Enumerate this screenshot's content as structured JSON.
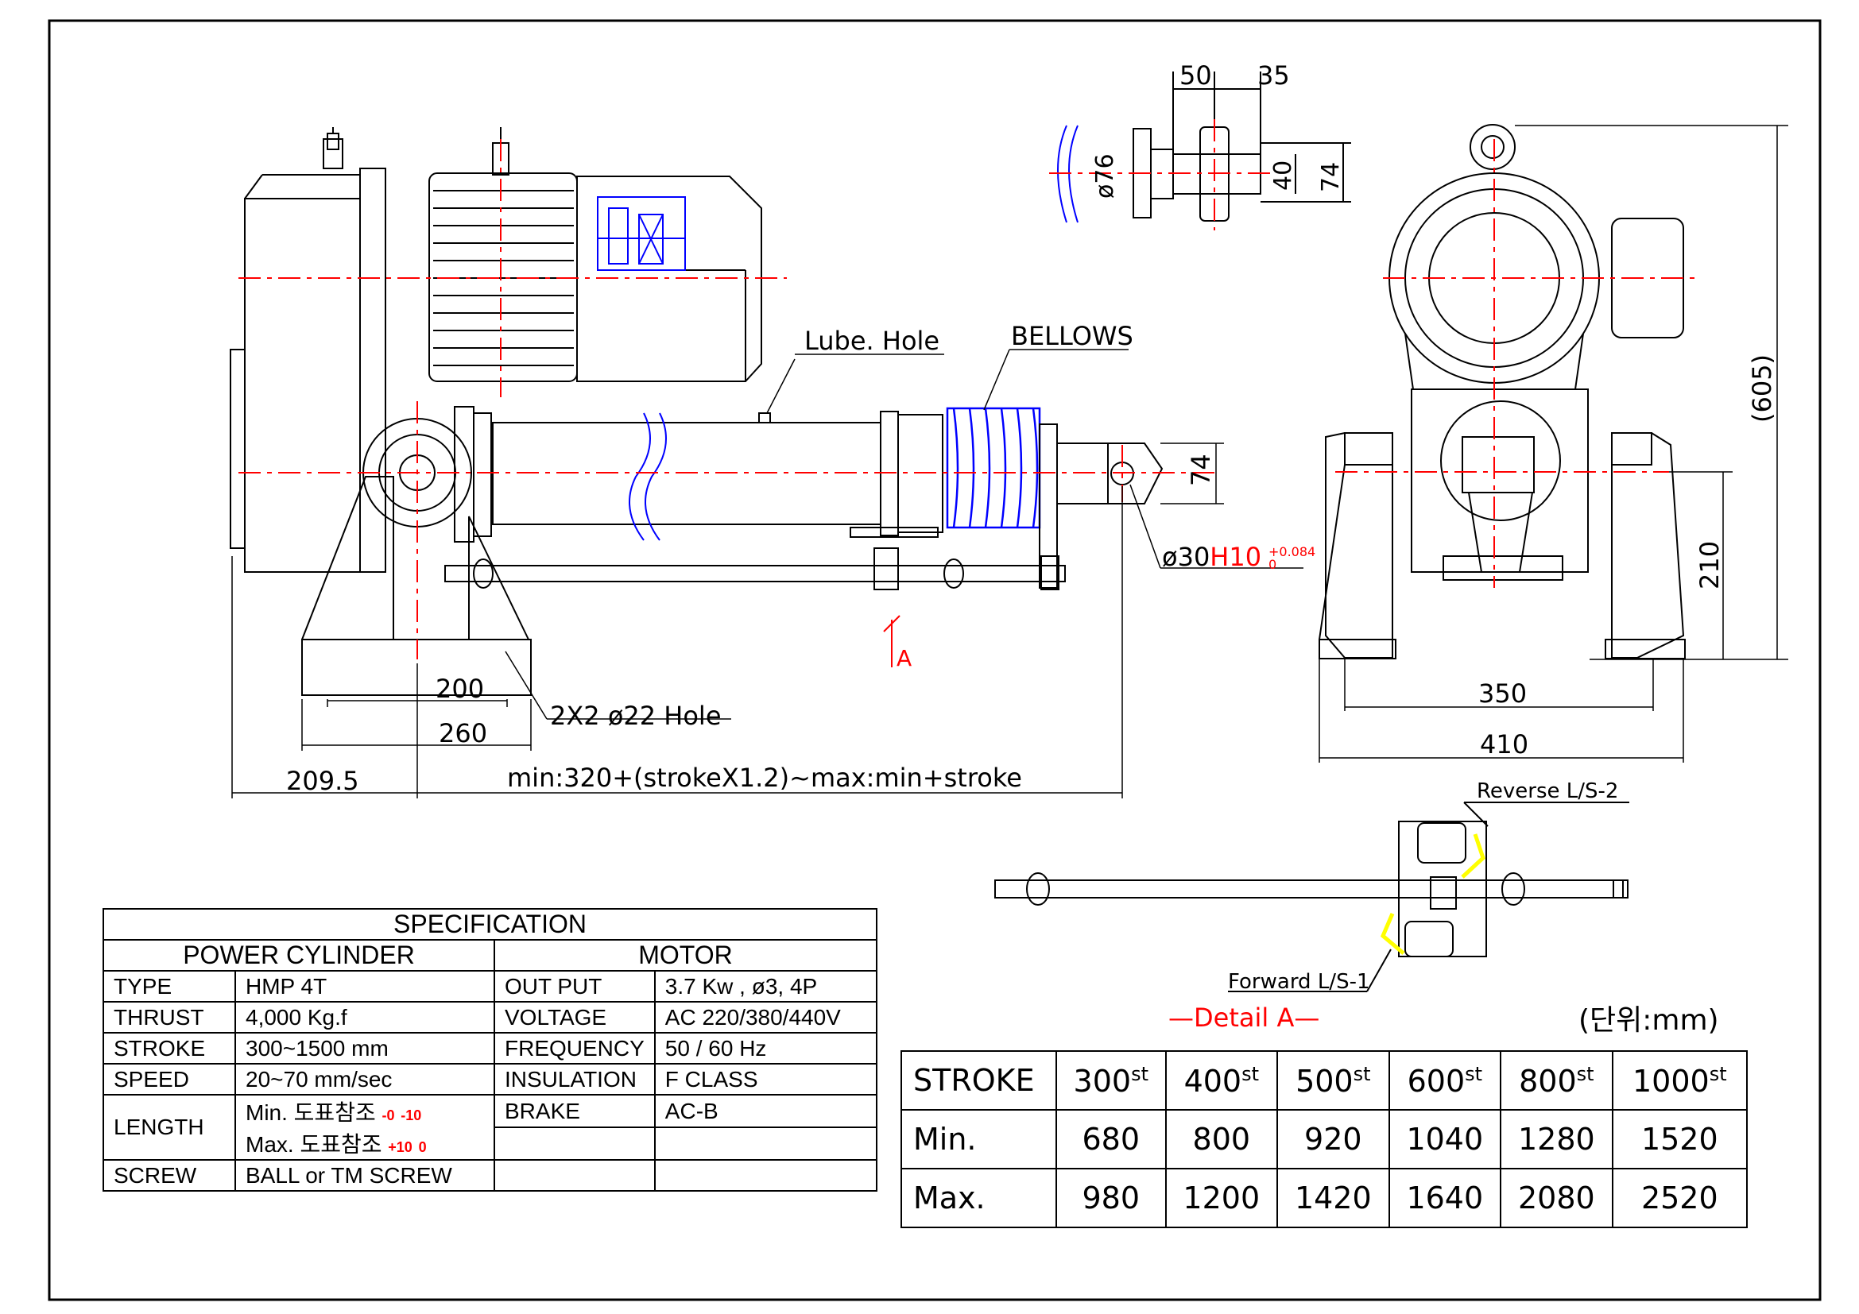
{
  "annotations": {
    "lube_hole": "Lube. Hole",
    "bellows": "BELLOWS",
    "pin_dia": "ø30",
    "pin_fit": "H10",
    "pin_tol_upper": "+0.084",
    "pin_tol_lower": "0",
    "hole_note": "2X2 ø22 Hole",
    "section_mark": "A",
    "detail_label": "—Detail A—",
    "reverse_switch": "Reverse L/S-2",
    "forward_switch": "Forward L/S-1",
    "unit": "(단위:mm)"
  },
  "dimensions": {
    "d200": "200",
    "d260": "260",
    "d209_5": "209.5",
    "formula": "min:320+(strokeX1.2)~max:min+stroke",
    "d74_side": "74",
    "d50": "50",
    "d35": "35",
    "d76": "ø76",
    "d40": "40",
    "d74_detail": "74",
    "d605": "(605)",
    "d210": "210",
    "d350": "350",
    "d410": "410"
  },
  "spec": {
    "title": "SPECIFICATION",
    "cylinder_header": "POWER CYLINDER",
    "motor_header": "MOTOR",
    "rows": [
      {
        "label": "TYPE",
        "value": "HMP 4T",
        "mlabel": "OUT PUT",
        "mvalue": "3.7 Kw , ø3, 4P"
      },
      {
        "label": "THRUST",
        "value": "4,000 Kg.f",
        "mlabel": "VOLTAGE",
        "mvalue": "AC 220/380/440V"
      },
      {
        "label": "STROKE",
        "value": "300~1500 mm",
        "mlabel": "FREQUENCY",
        "mvalue": "50 / 60 Hz"
      },
      {
        "label": "SPEED",
        "value": "20~70 mm/sec",
        "mlabel": "INSULATION",
        "mvalue": "F CLASS"
      }
    ],
    "length_label": "LENGTH",
    "length_min": "Min. 도표참조",
    "length_min_tol_upper": "-0",
    "length_min_tol_lower": "-10",
    "length_max": "Max. 도표참조",
    "length_max_tol_upper": "+10",
    "length_max_tol_lower": "0",
    "brake_label": "BRAKE",
    "brake_value": "AC-B",
    "screw_label": "SCREW",
    "screw_value": "BALL or TM SCREW"
  },
  "stroke_table": {
    "header_label": "STROKE",
    "strokes": [
      "300",
      "400",
      "500",
      "600",
      "800",
      "1000"
    ],
    "sup": "st",
    "min_label": "Min.",
    "min_values": [
      "680",
      "800",
      "920",
      "1040",
      "1280",
      "1520"
    ],
    "max_label": "Max.",
    "max_values": [
      "980",
      "1200",
      "1420",
      "1640",
      "2080",
      "2520"
    ]
  },
  "colors": {
    "outline": "#000000",
    "centerline": "#ff0000",
    "accent_blue": "#0000ff",
    "highlight_yellow": "#ffff00"
  }
}
